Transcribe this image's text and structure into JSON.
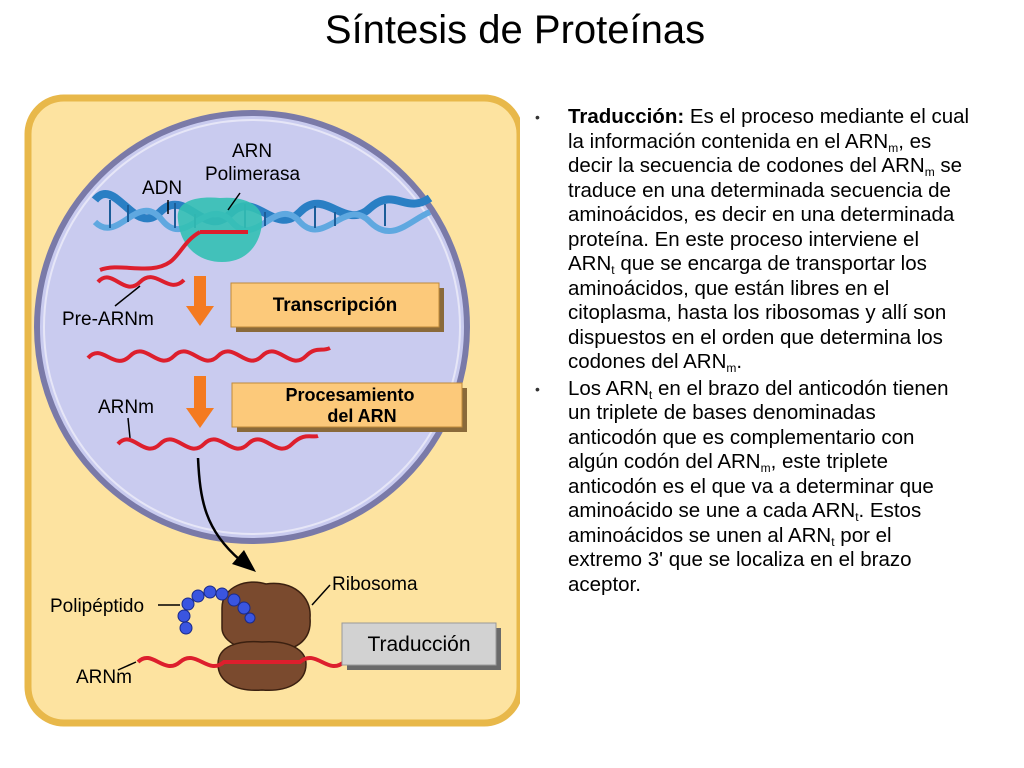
{
  "title": "Síntesis de Proteínas",
  "diagram": {
    "labels": {
      "arn_polimerasa_1": "ARN",
      "arn_polimerasa_2": "Polimerasa",
      "adn": "ADN",
      "pre_arnm": "Pre-ARNm",
      "arnm_nucleus": "ARNm",
      "ribosoma": "Ribosoma",
      "polipeptido": "Polipéptido",
      "arnm_cytoplasm": "ARNm"
    },
    "boxes": {
      "transcripcion": "Transcripción",
      "procesamiento_1": "Procesamiento",
      "procesamiento_2": "del ARN",
      "traduccion": "Traducción"
    },
    "colors": {
      "cell": "#fde3a0",
      "cell_border": "#e8b84a",
      "nucleus": "#c9cbef",
      "nucleus_border": "#7a7aa8",
      "dna": "#2a7fc4",
      "rna": "#dd1f2d",
      "arrow": "#f47a20",
      "box_orange": "#fcc97a",
      "box_gray": "#d2d2d2",
      "ribosome": "#7a4a2e",
      "polypeptide": "#3a55e0",
      "polymerase": "#33c0b4"
    }
  },
  "bullets": [
    {
      "lead": "Traducción:",
      "p1": " Es el proceso mediante el cual la información contenida en el ARN",
      "s1": "m",
      "p2": ", es decir la secuencia de codones del ARN",
      "s2": "m",
      "p3": " se traduce en una determinada secuencia de aminoácidos, es decir en una determinada proteína. En este proceso interviene el ARN",
      "s3": "t",
      "p4": " que se encarga de transportar los aminoácidos, que están libres en el citoplasma, hasta los ribosomas y allí son dispuestos en el orden que determina los codones del ARN",
      "s4": "m",
      "p5": "."
    },
    {
      "p1": "Los ARN",
      "s1": "t",
      "p2": " en el brazo del anticodón tienen un triplete de bases denominadas anticodón que es complementario con algún codón del ARN",
      "s2": "m",
      "p3": ", este triplete anticodón es el que va a determinar que aminoácido se une a cada ARN",
      "s3": "t",
      "p4": ". Estos aminoácidos se unen al ARN",
      "s4": "t",
      "p5": " por el extremo 3' que se localiza en el brazo aceptor."
    }
  ]
}
